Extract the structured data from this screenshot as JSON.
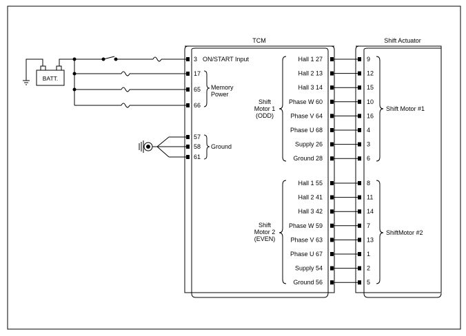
{
  "tcm": {
    "title": "TCM"
  },
  "actuator": {
    "title": "Shift Actuator"
  },
  "battery": {
    "label": "BATT."
  },
  "left_pins": [
    {
      "num": "3",
      "label": "ON/START Input"
    },
    {
      "num": "17",
      "label": ""
    },
    {
      "num": "65",
      "label": ""
    },
    {
      "num": "66",
      "label": ""
    },
    {
      "num": "57",
      "label": ""
    },
    {
      "num": "58",
      "label": ""
    },
    {
      "num": "61",
      "label": ""
    }
  ],
  "memory_power": {
    "line1": "Memory",
    "line2": "Power"
  },
  "ground_group": {
    "label": "Ground"
  },
  "motor1_group": {
    "line1": "Shift",
    "line2": "Motor 1",
    "line3": "(ODD)"
  },
  "motor2_group": {
    "line1": "Shift",
    "line2": "Motor 2",
    "line3": "(EVEN)"
  },
  "motor1_signals": [
    {
      "signal": "Hall 1 27",
      "actuator_pin": "9"
    },
    {
      "signal": "Hall 2 13",
      "actuator_pin": "12"
    },
    {
      "signal": "Hall 3 14",
      "actuator_pin": "15"
    },
    {
      "signal": "Phase W 60",
      "actuator_pin": "10"
    },
    {
      "signal": "Phase V 64",
      "actuator_pin": "16"
    },
    {
      "signal": "Phase U 68",
      "actuator_pin": "4"
    },
    {
      "signal": "Supply 26",
      "actuator_pin": "3"
    },
    {
      "signal": "Ground 28",
      "actuator_pin": "6"
    }
  ],
  "motor2_signals": [
    {
      "signal": "Hall 1 55",
      "actuator_pin": "8"
    },
    {
      "signal": "Hall 2 41",
      "actuator_pin": "11"
    },
    {
      "signal": "Hall 3 42",
      "actuator_pin": "14"
    },
    {
      "signal": "Phase W 59",
      "actuator_pin": "7"
    },
    {
      "signal": "Phase V 63",
      "actuator_pin": "13"
    },
    {
      "signal": "Phase U 67",
      "actuator_pin": "1"
    },
    {
      "signal": "Supply 54",
      "actuator_pin": "2"
    },
    {
      "signal": "Ground 56",
      "actuator_pin": "5"
    }
  ],
  "actuator_groups": {
    "motor1": "Shift Motor #1",
    "motor2": "ShiftMotor #2"
  }
}
